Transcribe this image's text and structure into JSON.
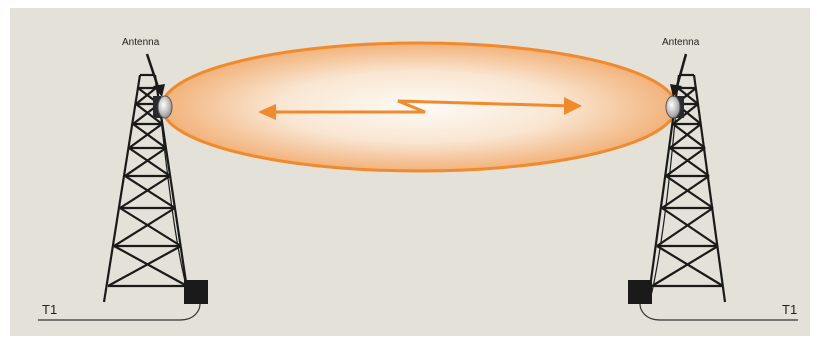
{
  "labels": {
    "antenna_left": "Antenna",
    "antenna_right": "Antenna",
    "line_left": "T1",
    "line_right": "T1"
  },
  "colors": {
    "background": "#e3e1d8",
    "beam_outline": "#f08a2c",
    "beam_fill": "#f6c79c",
    "tower": "#1a1a1a",
    "equipment_box": "#1a1a1a"
  }
}
